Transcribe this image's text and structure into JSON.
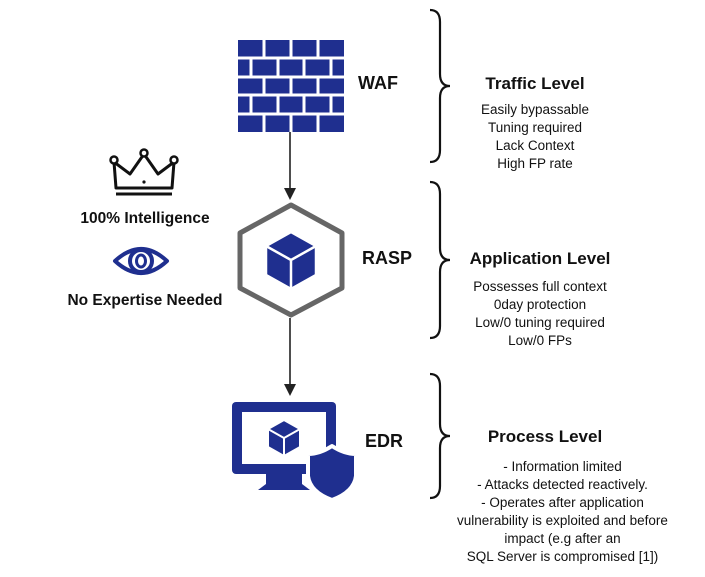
{
  "layers": {
    "waf": {
      "label": "WAF",
      "level_title": "Traffic Level",
      "points": [
        "Easily bypassable",
        "Tuning required",
        "Lack Context",
        "High FP rate"
      ]
    },
    "rasp": {
      "label": "RASP",
      "level_title": "Application Level",
      "points": [
        "Possesses full context",
        "0day protection",
        "Low/0 tuning required",
        "Low/0 FPs"
      ]
    },
    "edr": {
      "label": "EDR",
      "level_title": "Process Level",
      "points": [
        "- Information limited",
        "- Attacks detected reactively.",
        "- Operates after application",
        "vulnerability is exploited and before",
        "impact (e.g after an",
        "SQL Server is compromised [1])"
      ]
    }
  },
  "left_panel": {
    "intelligence_label": "100% Intelligence",
    "expertise_label": "No Expertise Needed"
  },
  "colors": {
    "brand_blue": "#1f2f8f",
    "gray": "#666666",
    "arrow": "#222222"
  },
  "icons": [
    "brick-wall-icon",
    "cube-hexagon-icon",
    "monitor-shield-icon",
    "crown-icon",
    "eye-icon"
  ]
}
